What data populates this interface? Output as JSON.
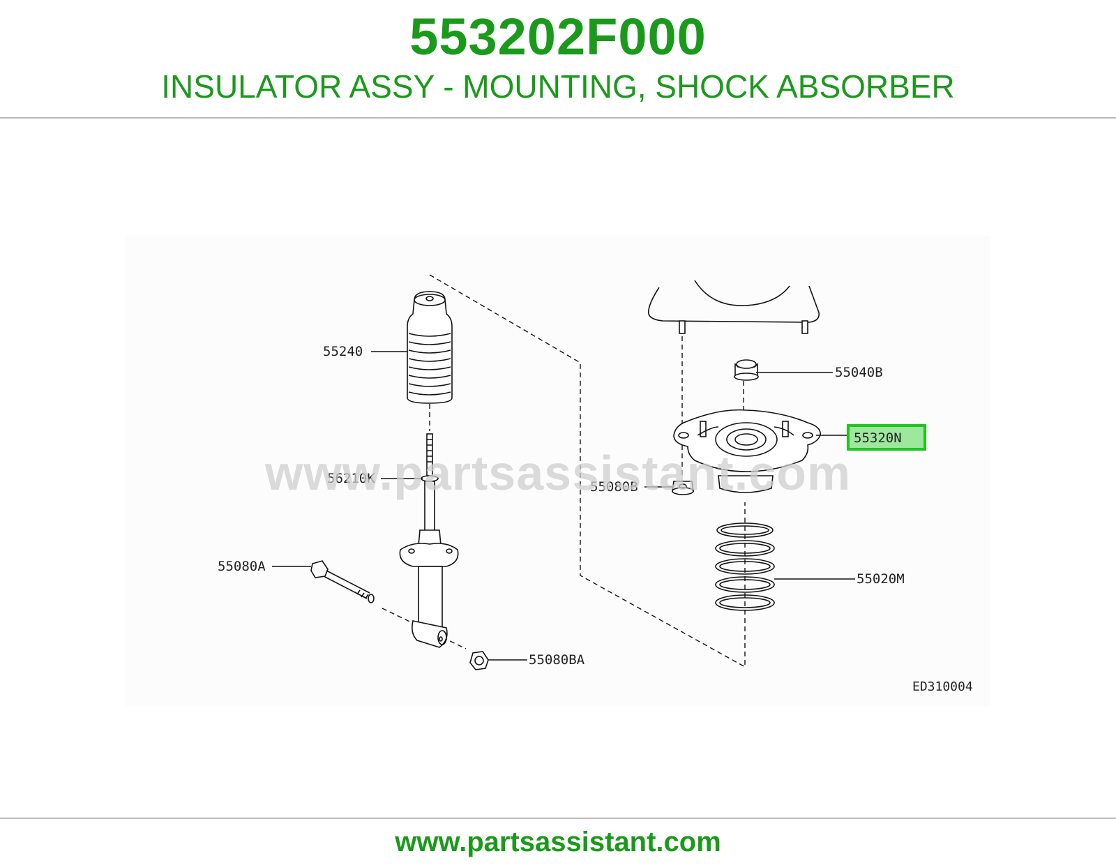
{
  "header": {
    "part_number": "553202F000",
    "description": "INSULATOR ASSY - MOUNTING, SHOCK ABSORBER"
  },
  "diagram": {
    "watermark": "www.partsassistant.com",
    "diagram_code": "ED310004",
    "callouts": {
      "bound_bumper": "55240",
      "piston_rod_part": "56210K",
      "bolt": "55080A",
      "nut_lower": "55080BA",
      "nut_top": "55040B",
      "insulator": "55320N",
      "nut_side": "55080B",
      "coil_spring": "55020M"
    },
    "highlighted_callout": "55320N",
    "colors": {
      "highlight_border": "#22c322",
      "highlight_fill": "#9ee89e"
    }
  },
  "footer": {
    "url": "www.partsassistant.com"
  },
  "colors": {
    "brand_green": "#1a9a1a",
    "rule_gray": "#bcbcbc"
  }
}
